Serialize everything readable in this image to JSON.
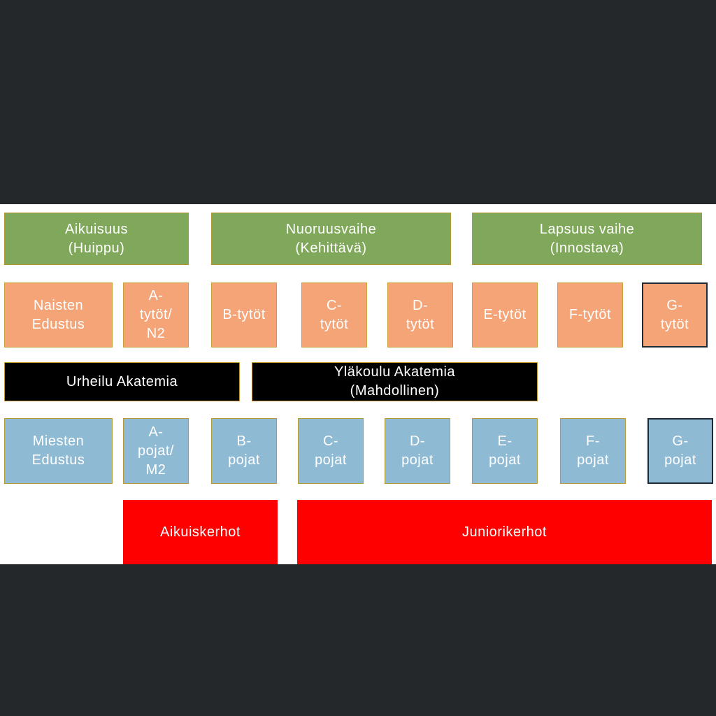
{
  "phases": [
    {
      "label": "Aikuisuus\n(Huippu)"
    },
    {
      "label": "Nuoruusvaihe\n(Kehittävä)"
    },
    {
      "label": "Lapsuus vaihe\n(Innostava)"
    }
  ],
  "girls": [
    {
      "label": "Naisten\nEdustus"
    },
    {
      "label": "A-\ntytöt/\nN2"
    },
    {
      "label": "B-tytöt"
    },
    {
      "label": "C-\ntytöt"
    },
    {
      "label": "D-\ntytöt"
    },
    {
      "label": "E-tytöt"
    },
    {
      "label": "F-tytöt"
    },
    {
      "label": "G-\ntytöt"
    }
  ],
  "academies": [
    {
      "label": "Urheilu Akatemia"
    },
    {
      "label": "Yläkoulu Akatemia\n(Mahdollinen)"
    }
  ],
  "boys": [
    {
      "label": "Miesten\nEdustus"
    },
    {
      "label": "A-\npojat/\nM2"
    },
    {
      "label": "B-\npojat"
    },
    {
      "label": "C-\npojat"
    },
    {
      "label": "D-\npojat"
    },
    {
      "label": "E-\npojat"
    },
    {
      "label": "F-\npojat"
    },
    {
      "label": "G-\npojat"
    }
  ],
  "clubs": [
    {
      "label": "Aikuiskerhot"
    },
    {
      "label": "Juniorikerhot"
    }
  ],
  "colors": {
    "phase": "#80a85a",
    "girls": "#f5a478",
    "boys": "#8fbad4",
    "academy": "#000000",
    "clubs": "#ff0000",
    "background": "#25282b"
  }
}
